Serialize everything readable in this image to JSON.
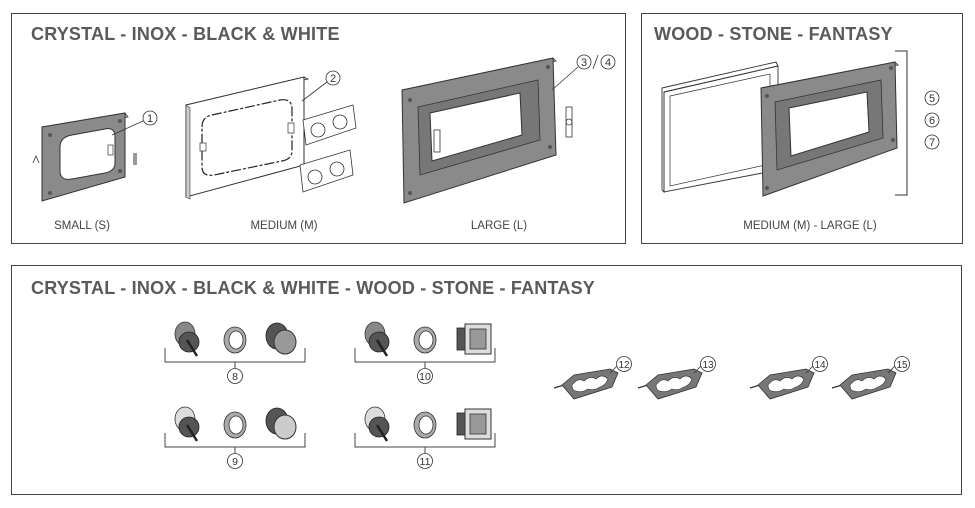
{
  "panels": {
    "frames_glass": {
      "title": "CRYSTAL - INOX - BLACK & WHITE",
      "items": [
        {
          "caption": "SMALL (S)",
          "callout": "1"
        },
        {
          "caption": "MEDIUM (M)",
          "callout": "2"
        },
        {
          "caption": "LARGE (L)",
          "callout": "3",
          "callout_alt": "4"
        }
      ]
    },
    "frames_wood": {
      "title": "WOOD - STONE - FANTASY",
      "caption": "MEDIUM (M) - LARGE (L)",
      "callouts": [
        "5",
        "6",
        "7"
      ]
    },
    "accessories": {
      "title": "CRYSTAL - INOX - BLACK & WHITE - WOOD - STONE - FANTASY",
      "button_sets": [
        {
          "callout": "8",
          "variant": "round-dark"
        },
        {
          "callout": "9",
          "variant": "round-light"
        },
        {
          "callout": "10",
          "variant": "square-dark"
        },
        {
          "callout": "11",
          "variant": "square-light"
        }
      ],
      "gaskets": [
        {
          "callout": "12"
        },
        {
          "callout": "13"
        },
        {
          "callout": "14"
        },
        {
          "callout": "15"
        }
      ]
    }
  },
  "colors": {
    "frame_gray": "#8a8a8a",
    "line": "#333333",
    "title": "#5a5a5a"
  }
}
